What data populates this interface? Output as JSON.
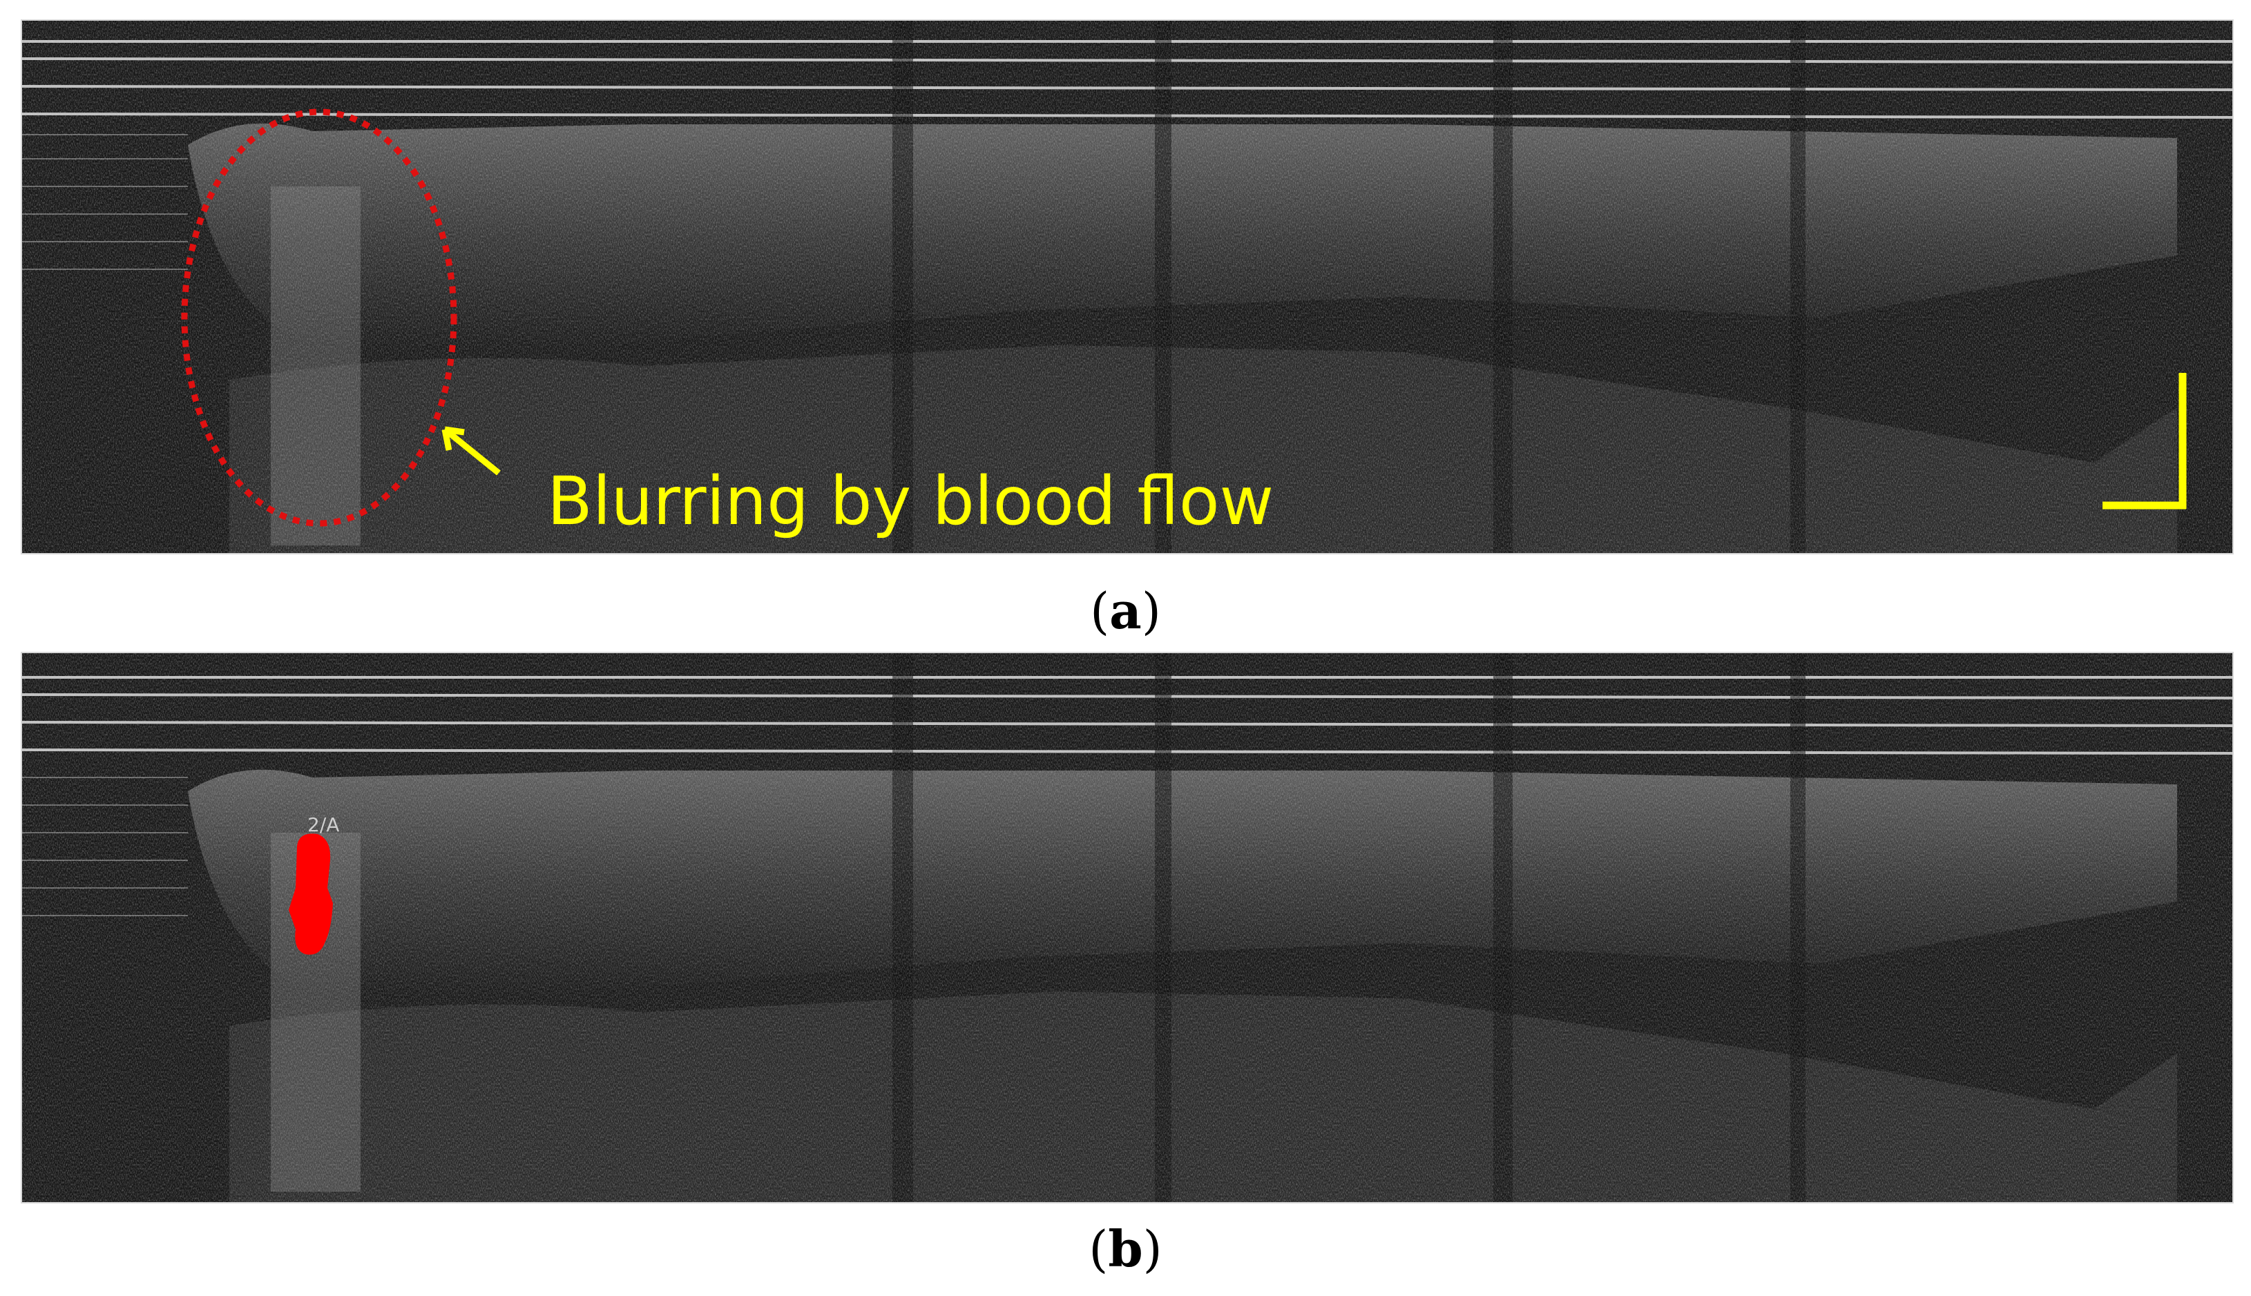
{
  "panels": [
    {
      "id": "a",
      "caption_open": "(",
      "caption_letter": "a",
      "caption_close": ")",
      "annotation_text": "Blurring by blood flow",
      "annotation_color": "#ffff00",
      "ellipse_color": "#e01010",
      "scalebar_color": "#ffff00"
    },
    {
      "id": "b",
      "caption_open": "(",
      "caption_letter": "b",
      "caption_close": ")",
      "marker_label": "2/A",
      "marker_color": "#ff0000"
    }
  ]
}
